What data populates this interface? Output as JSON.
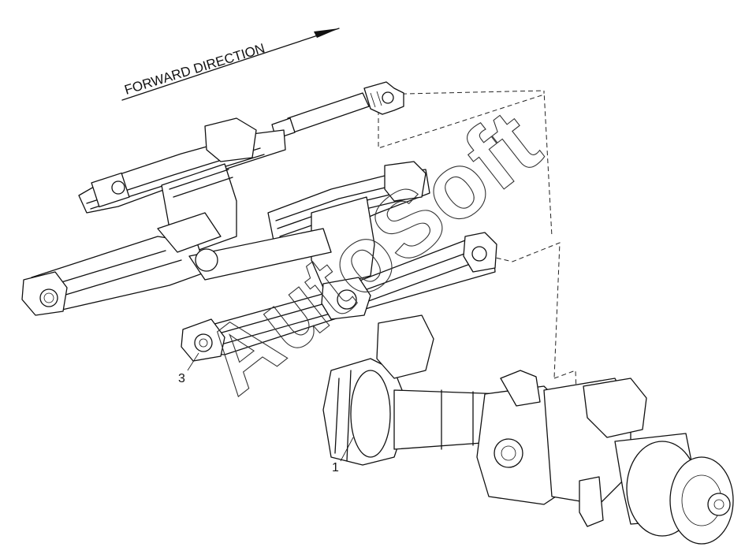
{
  "diagram": {
    "direction_label": "FORWARD DIRECTION",
    "callouts": [
      {
        "id": "1",
        "text": "1"
      },
      {
        "id": "3",
        "text": "3"
      }
    ],
    "watermark": "AutoSoft"
  }
}
